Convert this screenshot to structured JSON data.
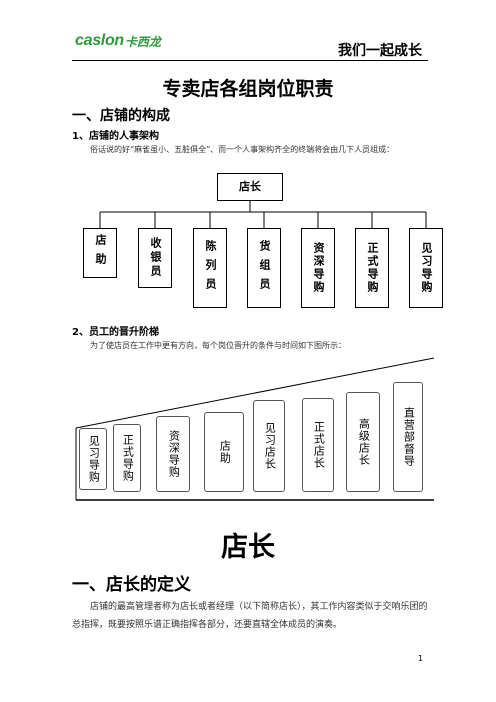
{
  "header": {
    "logo_latin": "caslon",
    "logo_cn": "卡西龙",
    "slogan": "我们一起成长"
  },
  "doc_title": "专卖店各组岗位职责",
  "section1": {
    "heading": "一、店铺的构成",
    "sub1": "1、店铺的人事架构",
    "para1": "俗话说的好“麻雀虽小、五脏俱全”、而一个人事架构齐全的终端将会由几下人员组成：",
    "org": {
      "root": "店长",
      "children": [
        "店助",
        "收银员",
        "陈列员",
        "货组员",
        "资深导购",
        "正式导购",
        "见习导购"
      ]
    },
    "sub2": "2、员工的晋升阶梯",
    "para2": "为了使店员在工作中更有方向，每个岗位晋升的条件与时间如下图所示：",
    "ladder": [
      "见习导购",
      "正式导购",
      "资深导购",
      "店助",
      "见习店长",
      "正式店长",
      "高级店长",
      "直营部督导"
    ]
  },
  "chapter_title": "店长",
  "section2": {
    "heading": "一、店长的定义",
    "body": "店铺的最高管理者称为店长或者经理（以下简称店长），其工作内容类似于交响乐团的总指挥，既要按照乐谱正确指挥各部分，还要直辖全体成员的演奏。"
  },
  "page_number": "1",
  "colors": {
    "logo": "#2e9a3a"
  }
}
